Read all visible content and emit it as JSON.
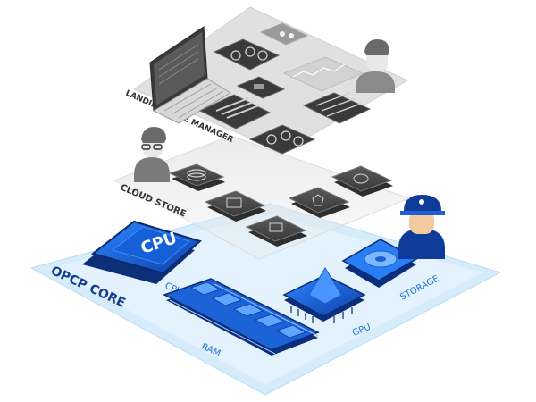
{
  "layers": {
    "landing_zone": {
      "label": "LANDING ZONE MANAGER"
    },
    "cloud_store": {
      "label": "CLOUD STORE"
    },
    "opcp_core": {
      "label": "OPCP CORE",
      "components": {
        "cpu_chip_text": "CPU",
        "cpu_label": "CPU",
        "ram_label": "RAM",
        "gpu_label": "GPU",
        "storage_label": "STORAGE"
      }
    }
  },
  "colors": {
    "top_layer": "#e0e0e0",
    "middle_layer": "#ececec",
    "base_layer": "#d6ecfb",
    "accent_blue": "#1a73d9",
    "dark_tile": "#4a4a4a"
  },
  "icons": {
    "laptop": "laptop-icon",
    "admin_person": "admin-person-icon",
    "user_glasses": "user-with-glasses-icon",
    "engineer": "engineer-person-icon",
    "cpu": "cpu-chip-icon",
    "ram": "ram-module-icon",
    "gpu": "gpu-chip-icon",
    "storage": "storage-device-icon"
  }
}
